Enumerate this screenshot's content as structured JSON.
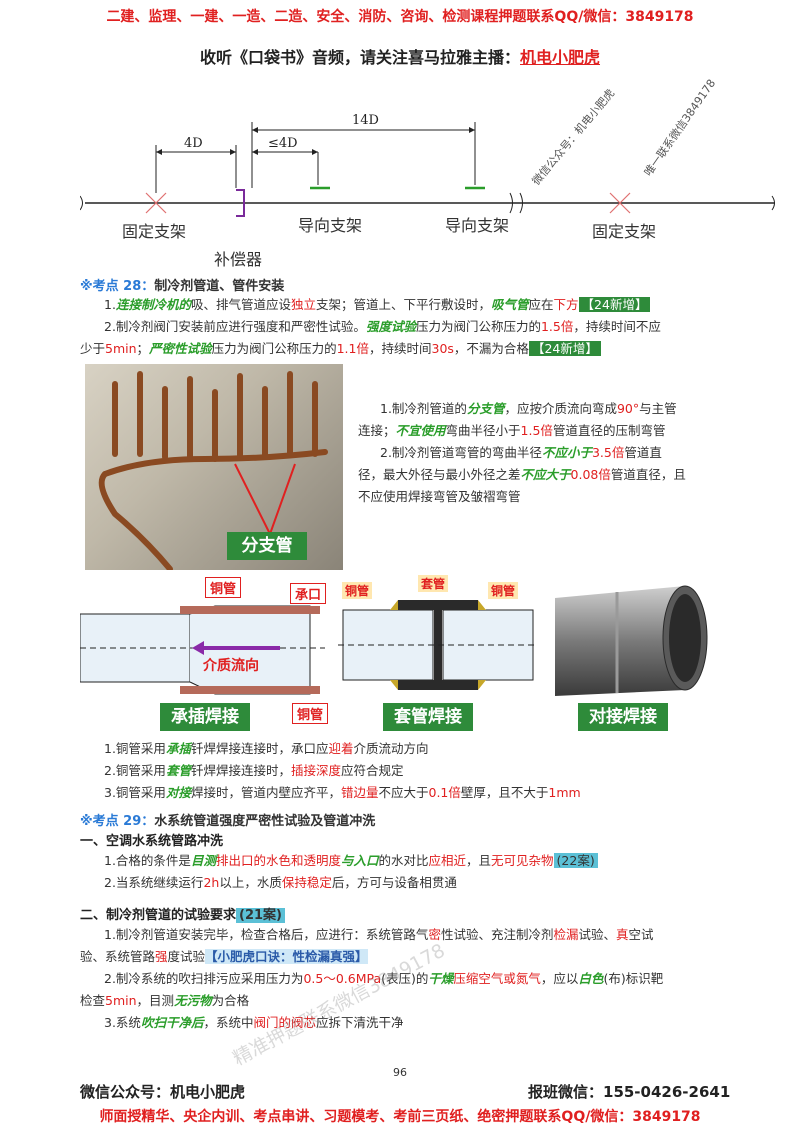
{
  "header": {
    "top_banner": "二建、监理、一建、一造、二造、安全、消防、咨询、检测课程押题联系QQ/微信：3849178",
    "subtitle_prefix": "收听《口袋书》音频，请关注喜马拉雅主播：",
    "subtitle_name": "机电小肥虎"
  },
  "diagram1": {
    "dim_4d": "4D",
    "dim_le4d": "≤4D",
    "dim_14d": "14D",
    "label_fixed_left": "固定支架",
    "label_comp": "补偿器",
    "label_guide1": "导向支架",
    "label_guide2": "导向支架",
    "label_fixed_right": "固定支架",
    "wm1": "微信公众号：机电小肥虎",
    "wm2": "唯一联系微信3849178"
  },
  "kp28": {
    "title_prefix": "※考点 28：",
    "title": "制冷剂管道、管件安装",
    "p1": {
      "a": "1.",
      "b": "连接制冷机的",
      "c": "吸、排气管道应设",
      "d": "独立",
      "e": "支架；管道上、下平行敷设时，",
      "f": "吸气管",
      "g": "应在",
      "h": "下方",
      "tag": "【24新增】"
    },
    "p2": {
      "a": "2.制冷剂阀门安装前应进行强度和严密性试验。",
      "b": "强度试验",
      "c": "压力为阀门公称压力的",
      "d": "1.5倍",
      "e": "，持续时间不应",
      "f": "少于",
      "g": "5min",
      "h": "；",
      "i": "严密性试验",
      "j": "压力为阀门公称压力的",
      "k": "1.1倍",
      "l": "，持续时间",
      "m": "30s",
      "n": "，不漏为合格",
      "tag": "【24新增】"
    },
    "photo_label": "分支管",
    "side": {
      "s1a": "1.制冷剂管道的",
      "s1b": "分支管",
      "s1c": "，应按介质流向弯成",
      "s1d": "90°",
      "s1e": "与主管",
      "s1f": "连接；",
      "s1g": "不宜使用",
      "s1h": "弯曲半径小于",
      "s1i": "1.5倍",
      "s1j": "管道直径的压制弯管",
      "s2a": "2.制冷剂管道弯管的弯曲半径",
      "s2b": "不应小于",
      "s2c": "3.5倍",
      "s2d": "管道直",
      "s2e": "径，最大外径与最小外径之差",
      "s2f": "不应大于",
      "s2g": "0.08倍",
      "s2h": "管道直径，且",
      "s2i": "不应使用焊接弯管及皱褶弯管"
    },
    "weld": {
      "copper1": "铜管",
      "socket": "承口",
      "flow": "介质流向",
      "copper2": "铜管",
      "sleeve_copper_l": "铜管",
      "sleeve": "套管",
      "sleeve_copper_r": "铜管",
      "box1": "承插焊接",
      "box2": "套管焊接",
      "box3": "对接焊接"
    },
    "list": {
      "l1a": "1.铜管采用",
      "l1b": "承插",
      "l1c": "钎焊焊接连接时，承口应",
      "l1d": "迎着",
      "l1e": "介质流动方向",
      "l2a": "2.铜管采用",
      "l2b": "套管",
      "l2c": "钎焊焊接连接时，",
      "l2d": "插接深度",
      "l2e": "应符合规定",
      "l3a": "3.铜管采用",
      "l3b": "对接",
      "l3c": "焊接时，管道内壁应齐平，",
      "l3d": "错边量",
      "l3e": "不应大于",
      "l3f": "0.1倍",
      "l3g": "壁厚，且不大于",
      "l3h": "1mm"
    }
  },
  "kp29": {
    "title_prefix": "※考点 29：",
    "title": "水系统管道强度严密性试验及管道冲洗",
    "sec1": "一、空调水系统管路冲洗",
    "s1_1a": "1.合格的条件是",
    "s1_1b": "目测",
    "s1_1c": "排出口的水色和透明度",
    "s1_1d": "与入口",
    "s1_1e": "的水对比",
    "s1_1f": "应相近",
    "s1_1g": "，且",
    "s1_1h": "无可见杂物",
    "s1_1tag": "(22案)",
    "s1_2a": "2.当系统继续运行",
    "s1_2b": "2h",
    "s1_2c": "以上，水质",
    "s1_2d": "保持稳定",
    "s1_2e": "后，方可与设备相贯通",
    "sec2": "二、制冷剂管道的试验要求",
    "sec2tag": "(21案)",
    "s2_1a": "1.制冷剂管道安装完毕，检查合格后，应进行：系统管路气",
    "s2_1b": "密",
    "s2_1c": "性试验、充注制冷剂",
    "s2_1d": "检漏",
    "s2_1e": "试验、",
    "s2_1f": "真",
    "s2_1g": "空试",
    "s2_1h": "验、系统管路",
    "s2_1i": "强",
    "s2_1j": "度试验",
    "s2_1k": "【小肥虎口诀：性检漏真强】",
    "s2_2a": "2.制冷系统的吹扫排污应采用压力为",
    "s2_2b": "0.5～0.6MPa",
    "s2_2c": "(表压)的",
    "s2_2d": "干燥",
    "s2_2e": "压缩空气或氮气",
    "s2_2f": "，应以",
    "s2_2g": "白色",
    "s2_2h": "(布)标识靶",
    "s2_2i": "检查",
    "s2_2j": "5min",
    "s2_2k": "，目测",
    "s2_2l": "无污物",
    "s2_2m": "为合格",
    "s2_3a": "3.系统",
    "s2_3b": "吹扫干净后",
    "s2_3c": "，系统中",
    "s2_3d": "阀门的阀芯",
    "s2_3e": "应拆下清洗干净",
    "wm_center": "精准押题联系微信3849178"
  },
  "footer": {
    "page_no": "96",
    "wechat_left": "微信公众号：机电小肥虎",
    "wechat_right": "报班微信：155-0426-2641",
    "bottom_banner": "师面授精华、央企内训、考点串讲、习题模考、考前三页纸、绝密押题联系QQ/微信：3849178"
  },
  "colors": {
    "red": "#e02020",
    "green": "#2a9d2a",
    "tag_green": "#2e8b3a",
    "tag_blue": "#5bc0d6"
  }
}
